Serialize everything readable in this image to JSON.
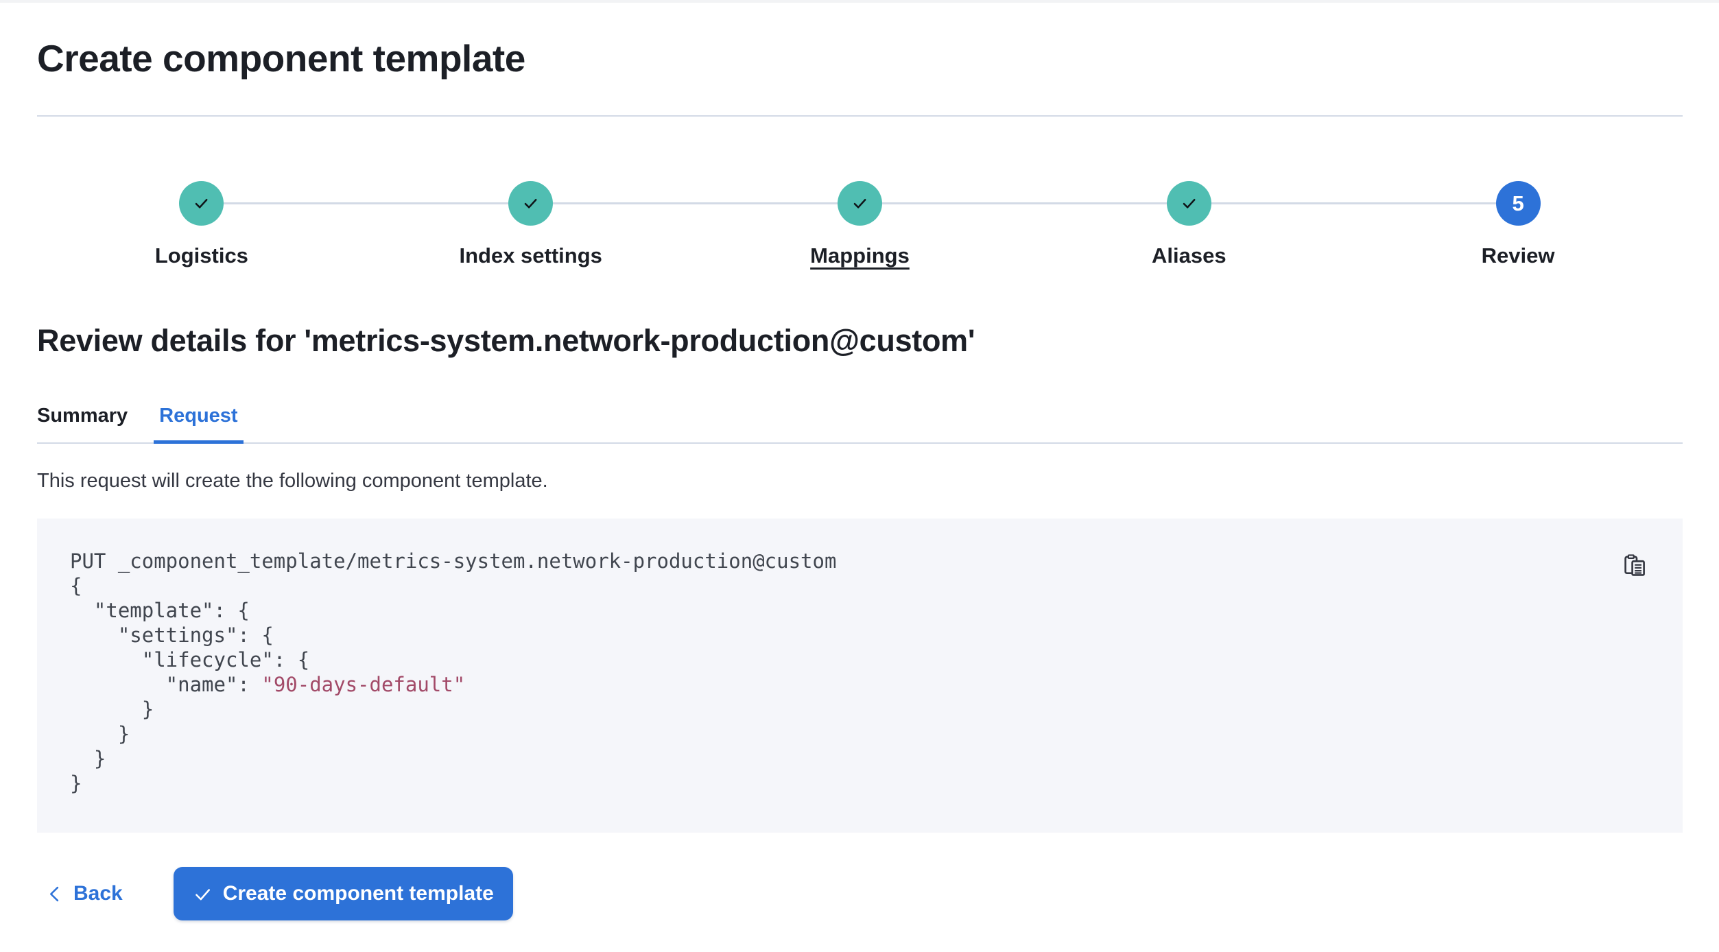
{
  "page": {
    "title": "Create component template"
  },
  "stepper": {
    "steps": [
      {
        "label": "Logistics",
        "status": "complete",
        "icon": "check-icon"
      },
      {
        "label": "Index settings",
        "status": "complete",
        "icon": "check-icon"
      },
      {
        "label": "Mappings",
        "status": "complete",
        "icon": "check-icon",
        "underlined": true
      },
      {
        "label": "Aliases",
        "status": "complete",
        "icon": "check-icon"
      },
      {
        "label": "Review",
        "status": "current",
        "number": "5"
      }
    ]
  },
  "review": {
    "heading": "Review details for 'metrics-system.network-production@custom'",
    "tabs": [
      {
        "label": "Summary",
        "active": false
      },
      {
        "label": "Request",
        "active": true
      }
    ],
    "description": "This request will create the following component template."
  },
  "code_block": {
    "copy_icon": "copy-clipboard-icon",
    "copy_label": "Copy to clipboard",
    "lines": [
      [
        {
          "t": "PUT _component_template/metrics-system.network-production@custom",
          "c": "plain"
        }
      ],
      [
        {
          "t": "{",
          "c": "plain"
        }
      ],
      [
        {
          "t": "  \"template\": {",
          "c": "plain"
        }
      ],
      [
        {
          "t": "    \"settings\": {",
          "c": "plain"
        }
      ],
      [
        {
          "t": "      \"lifecycle\": {",
          "c": "plain"
        }
      ],
      [
        {
          "t": "        \"name\": ",
          "c": "plain"
        },
        {
          "t": "\"90-days-default\"",
          "c": "string"
        }
      ],
      [
        {
          "t": "      }",
          "c": "plain"
        }
      ],
      [
        {
          "t": "    }",
          "c": "plain"
        }
      ],
      [
        {
          "t": "  }",
          "c": "plain"
        }
      ],
      [
        {
          "t": "}",
          "c": "plain"
        }
      ]
    ]
  },
  "footer": {
    "back_label": "Back",
    "submit_label": "Create component template"
  },
  "colors": {
    "primary": "#2D72D8",
    "step_complete_teal": "#50BEB2",
    "check_mark": "#0F1418",
    "divider_line": "#D3DAE6",
    "heading_text": "#1C1F26",
    "body_text": "#343741",
    "code_background": "#F5F6FA",
    "code_text": "#41464F",
    "code_string": "#A24A68"
  }
}
